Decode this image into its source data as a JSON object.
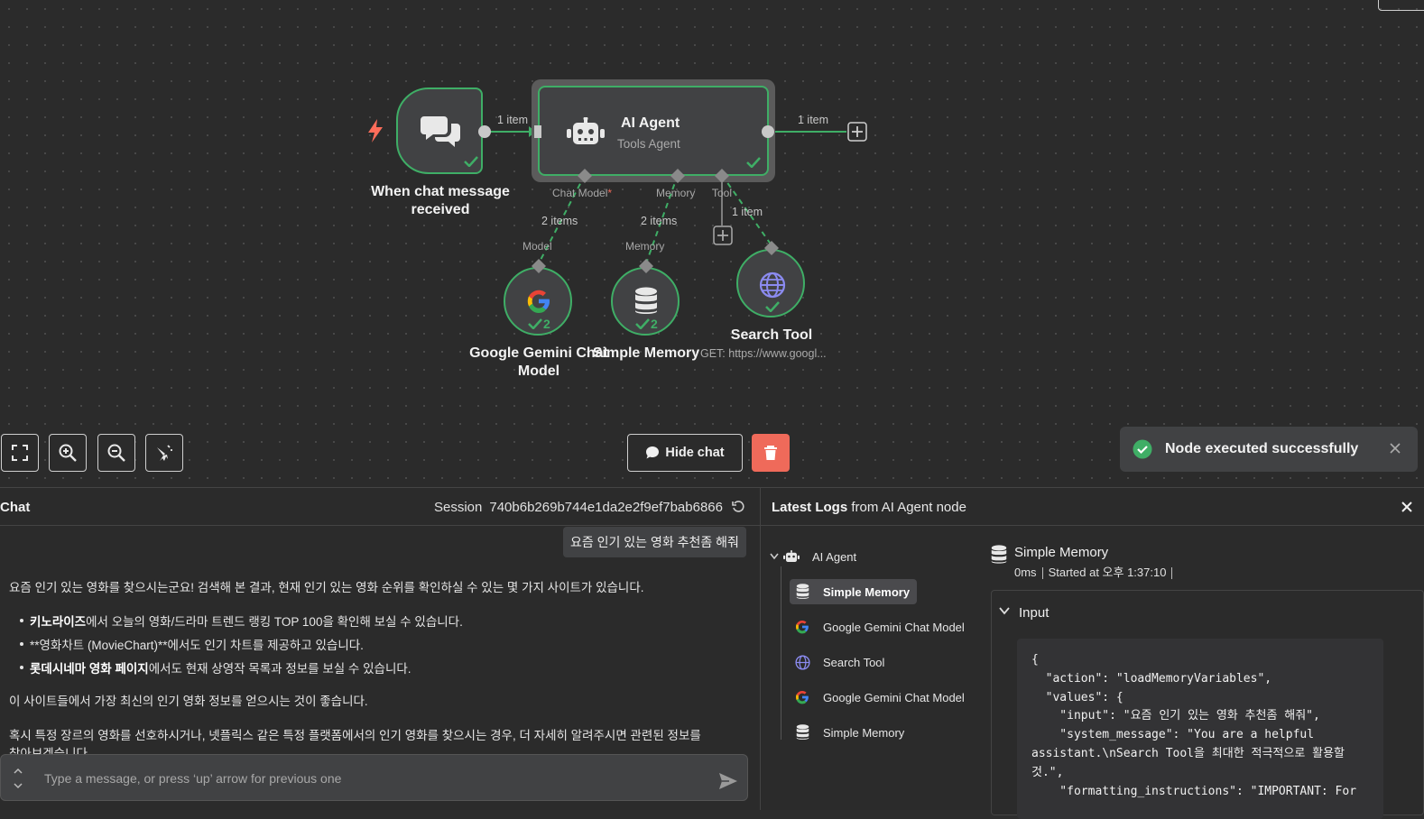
{
  "canvas": {
    "trigger_node": {
      "label": "When chat message received"
    },
    "agent_node": {
      "title": "AI Agent",
      "subtitle": "Tools Agent"
    },
    "connections": {
      "trigger_to_agent": "1 item",
      "agent_output": "1 item",
      "model_items": "2 items",
      "memory_items": "2 items",
      "tool_items": "1 item"
    },
    "handles": {
      "chat_model": "Chat Model",
      "required_mark": "*",
      "memory": "Memory",
      "tool": "Tool",
      "model_in": "Model",
      "memory_in": "Memory"
    },
    "gemini_node": {
      "label": "Google Gemini Chat Model",
      "count": "2"
    },
    "memory_node": {
      "label": "Simple Memory",
      "count": "2"
    },
    "search_node": {
      "label": "Search Tool",
      "subtitle": "GET: https://www.googl..."
    },
    "controls": {
      "hide_chat": "Hide chat"
    },
    "toast": {
      "message": "Node executed successfully"
    }
  },
  "chat": {
    "title": "Chat",
    "session_label": "Session",
    "session_id": "740b6b269b744e1da2e2f9ef7bab6866",
    "user_message": "요즘 인기 있는 영화 추천좀 해줘",
    "bot": {
      "intro": "요즘 인기 있는 영화를 찾으시는군요! 검색해 본 결과, 현재 인기 있는 영화 순위를 확인하실 수 있는 몇 가지 사이트가 있습니다.",
      "b1_bold": "키노라이즈",
      "b1_rest": "에서 오늘의 영화/드라마 트렌드 랭킹 TOP 100을 확인해 보실 수 있습니다.",
      "b2": "**영화차트 (MovieChart)**에서도 인기 차트를 제공하고 있습니다.",
      "b3_bold": "롯데시네마 영화 페이지",
      "b3_rest": "에서도 현재 상영작 목록과 정보를 보실 수 있습니다.",
      "p2": "이 사이트들에서 가장 최신의 인기 영화 정보를 얻으시는 것이 좋습니다.",
      "p3a": "혹시 특정 장르의 영화를 선호하시거나, 넷플릭스 같은 특정 플랫폼에서의 인기 영화를 찾으시는 경우, 더 자세히 알려주시면 관련된 정보를",
      "p3b": "찾아보겠습니다."
    },
    "input_placeholder": "Type a message, or press ‘up’ arrow for previous one"
  },
  "logs": {
    "title_bold": "Latest Logs",
    "title_rest": " from AI Agent node",
    "tree": [
      {
        "label": "AI Agent",
        "icon": "robot-icon"
      },
      {
        "label": "Simple Memory",
        "icon": "database-icon"
      },
      {
        "label": "Google Gemini Chat Model",
        "icon": "google-icon"
      },
      {
        "label": "Search Tool",
        "icon": "globe-icon"
      },
      {
        "label": "Google Gemini Chat Model",
        "icon": "google-icon"
      },
      {
        "label": "Simple Memory",
        "icon": "database-icon"
      }
    ],
    "detail": {
      "title": "Simple Memory",
      "duration": "0ms",
      "started": "Started at 오후 1:37:10",
      "section": "Input",
      "json_lines": [
        "{",
        "  \"action\": \"loadMemoryVariables\",",
        "  \"values\": {",
        "    \"input\": \"요즘 인기 있는 영화 추천좀 해줘\",",
        "    \"system_message\": \"You are a helpful",
        "assistant.\\nSearch Tool을 최대한 적극적으로 활용할",
        "것.\",",
        "    \"formatting_instructions\": \"IMPORTANT: For"
      ]
    }
  },
  "colors": {
    "success": "#3fae66",
    "danger": "#ef6a5a",
    "trigger": "#ff6d5a",
    "background": "#2b2b2b"
  }
}
